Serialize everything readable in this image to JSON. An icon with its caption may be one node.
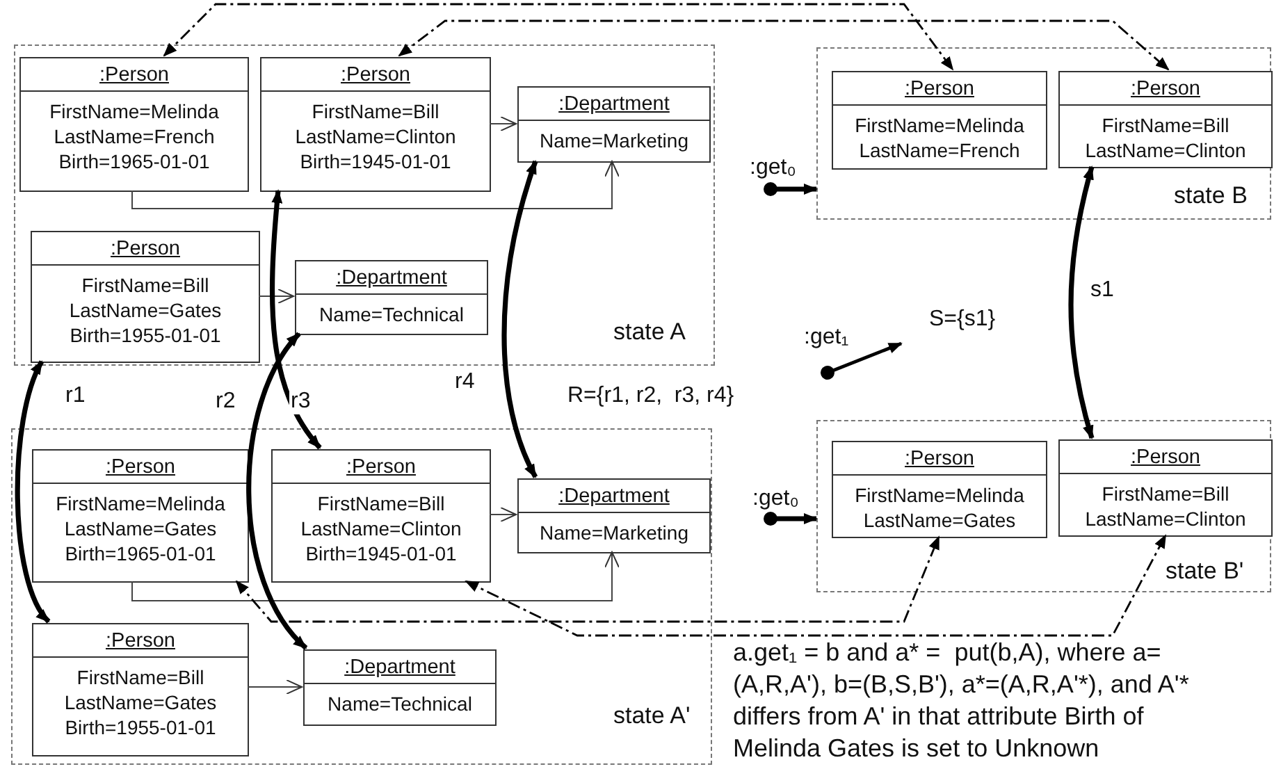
{
  "diagram": {
    "nodes": [
      {
        "text": [
          "state A"
        ]
      },
      {
        "text": [
          ":Person",
          "FirstName=Melinda",
          "LastName=French",
          "Birth=1965-01-01"
        ],
        "in": 0
      },
      {
        "text": [
          ":Person",
          "FirstName=Bill",
          "LastName=Clinton",
          "Birth=1945-01-01"
        ],
        "in": 0
      },
      {
        "text": [
          ":Department",
          "Name=Marketing"
        ],
        "in": 0
      },
      {
        "text": [
          ":Person",
          "FirstName=Bill",
          "LastName=Gates",
          "Birth=1955-01-01"
        ],
        "in": 0
      },
      {
        "text": [
          ":Department",
          "Name=Technical"
        ],
        "in": 0
      },
      {
        "text": [
          "state B"
        ]
      },
      {
        "text": [
          ":Person",
          "FirstName=Melinda",
          "LastName=French"
        ],
        "in": 6
      },
      {
        "text": [
          ":Person",
          "FirstName=Bill",
          "LastName=Clinton"
        ],
        "in": 6
      },
      {
        "text": [
          "state A'"
        ]
      },
      {
        "text": [
          ":Person",
          "FirstName=Melinda",
          "LastName=Gates",
          "Birth=1965-01-01"
        ],
        "in": 9
      },
      {
        "text": [
          ":Person",
          "FirstName=Bill",
          "LastName=Clinton",
          "Birth=1945-01-01"
        ],
        "in": 9
      },
      {
        "text": [
          ":Department",
          "Name=Marketing"
        ],
        "in": 9
      },
      {
        "text": [
          ":Person",
          "FirstName=Bill",
          "LastName=Gates",
          "Birth=1955-01-01"
        ],
        "in": 9
      },
      {
        "text": [
          ":Department",
          "Name=Technical"
        ],
        "in": 9
      },
      {
        "text": [
          "state B'"
        ]
      },
      {
        "text": [
          ":Person",
          "FirstName=Melinda",
          "LastName=Gates"
        ],
        "in": 15
      },
      {
        "text": [
          ":Person",
          "FirstName=Bill",
          "LastName=Clinton"
        ],
        "in": 15
      }
    ],
    "edges": [
      {
        "from": 2,
        "to": 3,
        "arrow": "to"
      },
      {
        "from": 1,
        "to": 3,
        "arrow": "to"
      },
      {
        "from": 4,
        "to": 5,
        "arrow": "to"
      },
      {
        "from": 11,
        "to": 12,
        "arrow": "to"
      },
      {
        "from": 10,
        "to": 12,
        "arrow": "to"
      },
      {
        "from": 13,
        "to": 14,
        "arrow": "to"
      },
      {
        "from": 4,
        "to": 13,
        "arrow": "both",
        "style": "thick",
        "label": "r1"
      },
      {
        "from": 5,
        "to": 14,
        "arrow": "both",
        "style": "thick",
        "label": "r2"
      },
      {
        "from": 2,
        "to": 11,
        "arrow": "both",
        "style": "thick",
        "label": "r3"
      },
      {
        "from": 3,
        "to": 12,
        "arrow": "both",
        "style": "thick",
        "label": "r4"
      },
      {
        "from": 8,
        "to": 17,
        "arrow": "both",
        "style": "thick",
        "label": "s1"
      },
      {
        "from": 1,
        "to": 7,
        "arrow": "both",
        "style": "dashed"
      },
      {
        "from": 2,
        "to": 8,
        "arrow": "both",
        "style": "dashed"
      },
      {
        "from": 10,
        "to": 16,
        "arrow": "both",
        "style": "dashed"
      },
      {
        "from": 11,
        "to": 17,
        "arrow": "both",
        "style": "dashed"
      },
      {
        "from": null,
        "to": 6,
        "arrow": "to",
        "style": "thick",
        "label": ":get₀"
      },
      {
        "from": null,
        "to": 15,
        "arrow": "to",
        "style": "thick",
        "label": ":get₀"
      }
    ],
    "labels": [
      ":get₁",
      "S={s1}",
      "R={r1, r2,  r3, r4}",
      "a.get₁ = b and a* =  put(b,A), where a=(A,R,A'), b=(B,S,B'), a*=(A,R,A'*), and A'* differs from A' in that attribute Birth of Melinda Gates is set to Unknown"
    ]
  }
}
